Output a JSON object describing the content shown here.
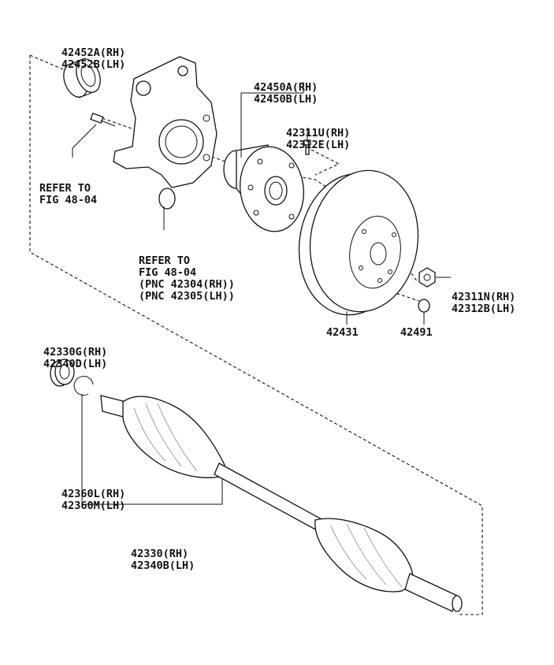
{
  "labels": {
    "bearing": [
      "42452A(RH)",
      "42452B(LH)"
    ],
    "refer_bolt": [
      "REFER TO",
      "FIG 48-04"
    ],
    "refer_knuckle": [
      "REFER TO",
      "FIG 48-04",
      "(PNC 42304(RH))",
      "(PNC 42305(LH))"
    ],
    "hub": [
      "42450A(RH)",
      "42450B(LH)"
    ],
    "hub_bolt": [
      "42311U(RH)",
      "42312E(LH)"
    ],
    "disc": "42431",
    "nut": [
      "42311N(RH)",
      "42312B(LH)"
    ],
    "plug": "42491",
    "seal": [
      "42330G(RH)",
      "42340D(LH)"
    ],
    "snap_ring": [
      "42360L(RH)",
      "42360M(LH)"
    ],
    "shaft": [
      "42330(RH)",
      "42340B(LH)"
    ]
  }
}
